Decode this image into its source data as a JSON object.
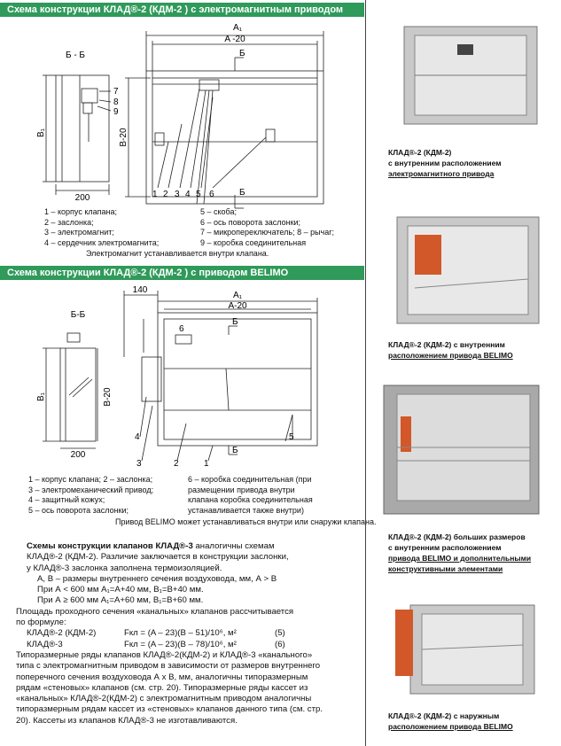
{
  "section1": {
    "title": "Схема конструкции КЛАД®-2 (КДМ-2 ) с электромагнитным приводом",
    "section_label": "Б - Б",
    "dims": {
      "a1": "A₁",
      "a20": "A -20",
      "b1": "B₁",
      "b20": "B-20",
      "w200": "200"
    },
    "mark": "Б",
    "callouts": [
      "7",
      "8",
      "9",
      "1",
      "2",
      "3",
      "4",
      "5",
      "6"
    ],
    "legend_left": [
      "1 – корпус клапана;",
      "2 – заслонка;",
      "3 – электромагнит;",
      "4 – сердечник электромагнита;"
    ],
    "legend_right": [
      "5 – скоба;",
      "6 – ось поворота заслонки;",
      "7 – микропереключатель; 8 – рычаг;",
      "9 – коробка соединительная"
    ],
    "note": "Электромагнит устанавливается внутри клапана."
  },
  "section2": {
    "title": "Схема конструкции КЛАД®-2 (КДМ-2 ) с приводом BELIMO",
    "section_label": "Б-Б",
    "dims": {
      "a1": "A₁",
      "a20": "A-20",
      "b1": "B₁",
      "b20": "B-20",
      "w200": "200",
      "w140": "140"
    },
    "mark": "Б",
    "callouts": [
      "6",
      "4",
      "3",
      "2",
      "1",
      "5"
    ],
    "legend_left": [
      "1 – корпус клапана; 2 – заслонка;",
      "3 – электромеханический привод;",
      "4 – защитный кожух;",
      "5 – ось поворота заслонки;"
    ],
    "legend_right": [
      "6 – коробка соединительная (при",
      "размещении привода внутри",
      "клапана коробка соединительная",
      "устанавливается также внутри)"
    ],
    "note": "Привод BELIMO может устанавливаться внутри или снаружи клапана."
  },
  "body_text": {
    "heading_bold": "Схемы конструкции клапанов КЛАД®-3",
    "heading_rest": " аналогичны схемам",
    "lines_a": [
      "КЛАД®-2 (КДМ-2). Различие заключается в конструкции заслонки,",
      "у КЛАД®-3 заслонка заполнена термоизоляцией."
    ],
    "lines_b": [
      "А, В – размеры внутреннего сечения воздуховода, мм, А > В",
      "При А < 600 мм  A₁=A+40 мм, B₁=B+40 мм.",
      "При А ≥ 600 мм A₁=A+60 мм, B₁=B+60 мм."
    ],
    "lines_c": [
      "Площадь проходного сечения «канальных» клапанов рассчитывается",
      "по формуле:"
    ],
    "formulas": [
      {
        "name": "КЛАД®-2 (КДМ-2)",
        "formula": "Fкл = (A – 23)(B – 51)/10⁶, м²",
        "num": "(5)"
      },
      {
        "name": "КЛАД®-3",
        "formula": "Fкл = (A – 23)(B – 78)/10⁶, м²",
        "num": "(6)"
      }
    ],
    "lines_d": [
      "Типоразмерные ряды клапанов КЛАД®-2(КДМ-2) и КЛАД®-3 «канального»",
      "типа с электромагнитным приводом в зависимости от размеров внутреннего",
      "поперечного сечения воздуховода А х В, мм, аналогичны типоразмерным",
      "рядам «стеновых» клапанов (см. стр. 20). Типоразмерные ряды кассет из",
      "«канальных» КЛАД®-2(КДМ-2) с электромагнитным приводом аналогичны",
      "типоразмерным рядам кассет из «стеновых» клапанов данного типа (см. стр.",
      "20). Кассеты из клапанов КЛАД®-3 не изготавливаются."
    ]
  },
  "captions": [
    {
      "lines": [
        "КЛАД®-2 (КДМ-2)",
        "с внутренним  расположением"
      ],
      "underlined": [
        "электромагнитного привода"
      ]
    },
    {
      "lines": [
        "КЛАД®-2 (КДМ-2) с внутренним"
      ],
      "underlined": [
        "расположением привода BELIMO"
      ]
    },
    {
      "lines": [
        "КЛАД®-2 (КДМ-2) больших размеров",
        "с внутренним расположением"
      ],
      "underlined": [
        "привода BELIMO и дополнительными",
        "конструктивными элементами"
      ]
    },
    {
      "lines": [
        "КЛАД®-2 (КДМ-2) с наружным"
      ],
      "underlined": [
        "расположением привода BELIMO"
      ]
    }
  ],
  "colors": {
    "band": "#2f9a5a",
    "actuator": "#d2582a"
  }
}
